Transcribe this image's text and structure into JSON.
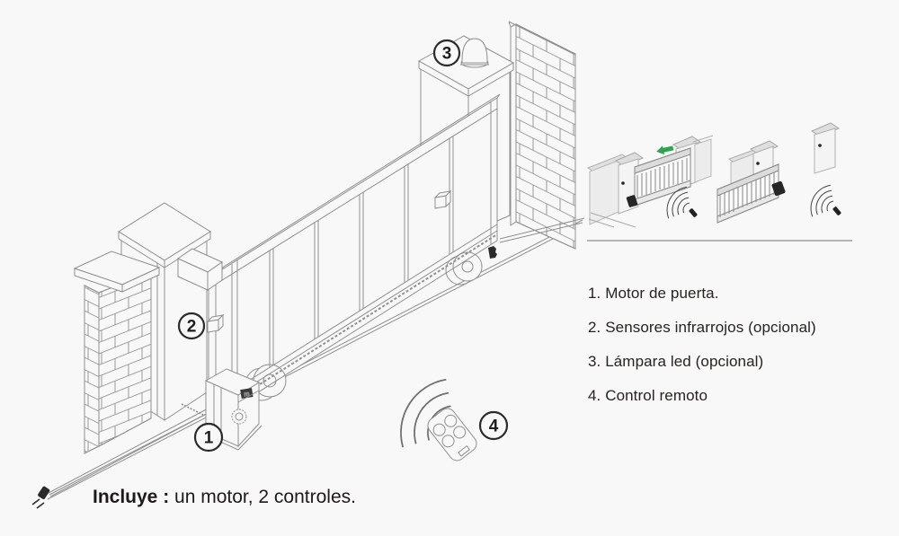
{
  "diagram_title": "sliding-gate-motor-installation",
  "legend": {
    "items": [
      "1. Motor de puerta.",
      "2. Sensores infrarrojos (opcional)",
      "3. Lámpara led (opcional)",
      "4. Control remoto"
    ]
  },
  "caption": {
    "bold": "Incluye :",
    "rest": " un motor, 2 controles."
  },
  "callouts": {
    "c1": "1",
    "c2": "2",
    "c3": "3",
    "c4": "4"
  },
  "motor_logo": "m",
  "icons": [
    "gate-motor-icon",
    "infrared-sensor-icon",
    "led-lamp-icon",
    "remote-control-icon",
    "power-plug-icon",
    "signal-waves-icon",
    "green-arrow-icon"
  ],
  "colors": {
    "background": "#f8f8f8",
    "line": "#8f8f8f",
    "dark": "#2b2b2b",
    "accent_green": "#2ea44f",
    "divider": "#b5b5b5",
    "wall_fill": "#ededed",
    "cap_fill": "#dedede"
  }
}
